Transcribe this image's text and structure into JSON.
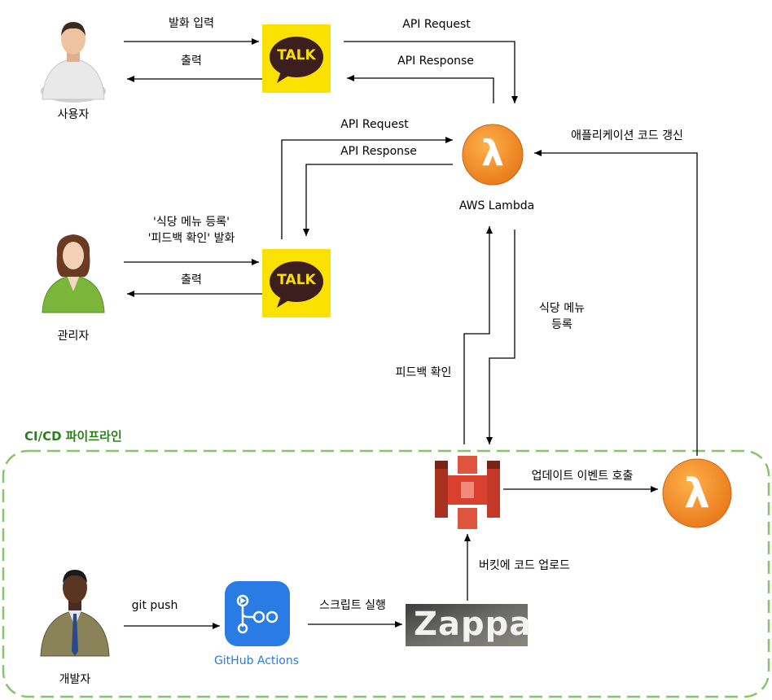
{
  "actors": {
    "user": "사용자",
    "admin": "관리자",
    "developer": "개발자"
  },
  "kakao": {
    "logo_text": "TALK"
  },
  "arrows": {
    "user_input": "발화 입력",
    "user_output": "출력",
    "api_request_top": "API Request",
    "api_response_top": "API Response",
    "api_request_mid": "API Request",
    "api_response_mid": "API Response",
    "admin_input_line1": "'식당 메뉴 등록'",
    "admin_input_line2": "'피드백 확인' 발화",
    "admin_output": "출력",
    "menu_register_line1": "식당 메뉴",
    "menu_register_line2": "등록",
    "feedback_check": "피드백 확인",
    "app_code_update": "애플리케이션 코드 갱신",
    "update_event": "업데이트 이벤트 호출",
    "bucket_upload": "버킷에 코드 업로드",
    "git_push": "git push",
    "script_run": "스크립트 실행"
  },
  "lambda": {
    "label": "AWS Lambda",
    "symbol": "λ"
  },
  "pipeline": {
    "title": "CI/CD 파이프라인"
  },
  "github": {
    "label": "GitHub Actions"
  },
  "zappa": {
    "logo_text": "Zappa"
  },
  "colors": {
    "kakao_yellow": "#fae100",
    "kakao_brown": "#3c1e1e",
    "lambda_orange": "#f08a24",
    "s3_red": "#d9412e",
    "pipeline_green": "#86c46a",
    "pipeline_title": "#2e7d1e",
    "github_blue": "#2a7be3"
  }
}
